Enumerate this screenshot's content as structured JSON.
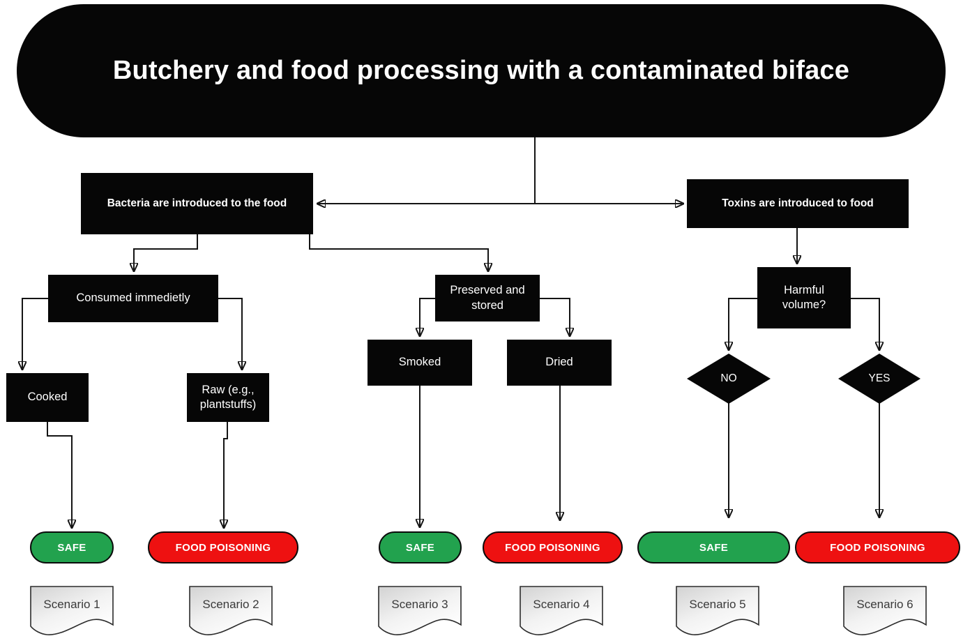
{
  "title": "Butchery and food processing with a contaminated biface",
  "nodes": {
    "bacteria": "Bacteria are introduced to the food",
    "toxins": "Toxins are introduced to food",
    "consumed": "Consumed immedietly",
    "preserved": "Preserved and stored",
    "harmful": "Harmful volume?",
    "cooked": "Cooked",
    "raw": "Raw (e.g., plantstuffs)",
    "smoked": "Smoked",
    "dried": "Dried",
    "decision_no": "NO",
    "decision_yes": "YES"
  },
  "outcomes": [
    {
      "label": "SAFE",
      "status": "safe"
    },
    {
      "label": "FOOD POISONING",
      "status": "danger"
    },
    {
      "label": "SAFE",
      "status": "safe"
    },
    {
      "label": "FOOD POISONING",
      "status": "danger"
    },
    {
      "label": "SAFE",
      "status": "safe"
    },
    {
      "label": "FOOD POISONING",
      "status": "danger"
    }
  ],
  "scenarios": [
    "Scenario 1",
    "Scenario 2",
    "Scenario 3",
    "Scenario 4",
    "Scenario 5",
    "Scenario 6"
  ],
  "colors": {
    "safe": "#22A24E",
    "danger": "#EE1111",
    "node_fill": "#060606",
    "node_text": "#FFFFFF",
    "line": "#141414"
  }
}
